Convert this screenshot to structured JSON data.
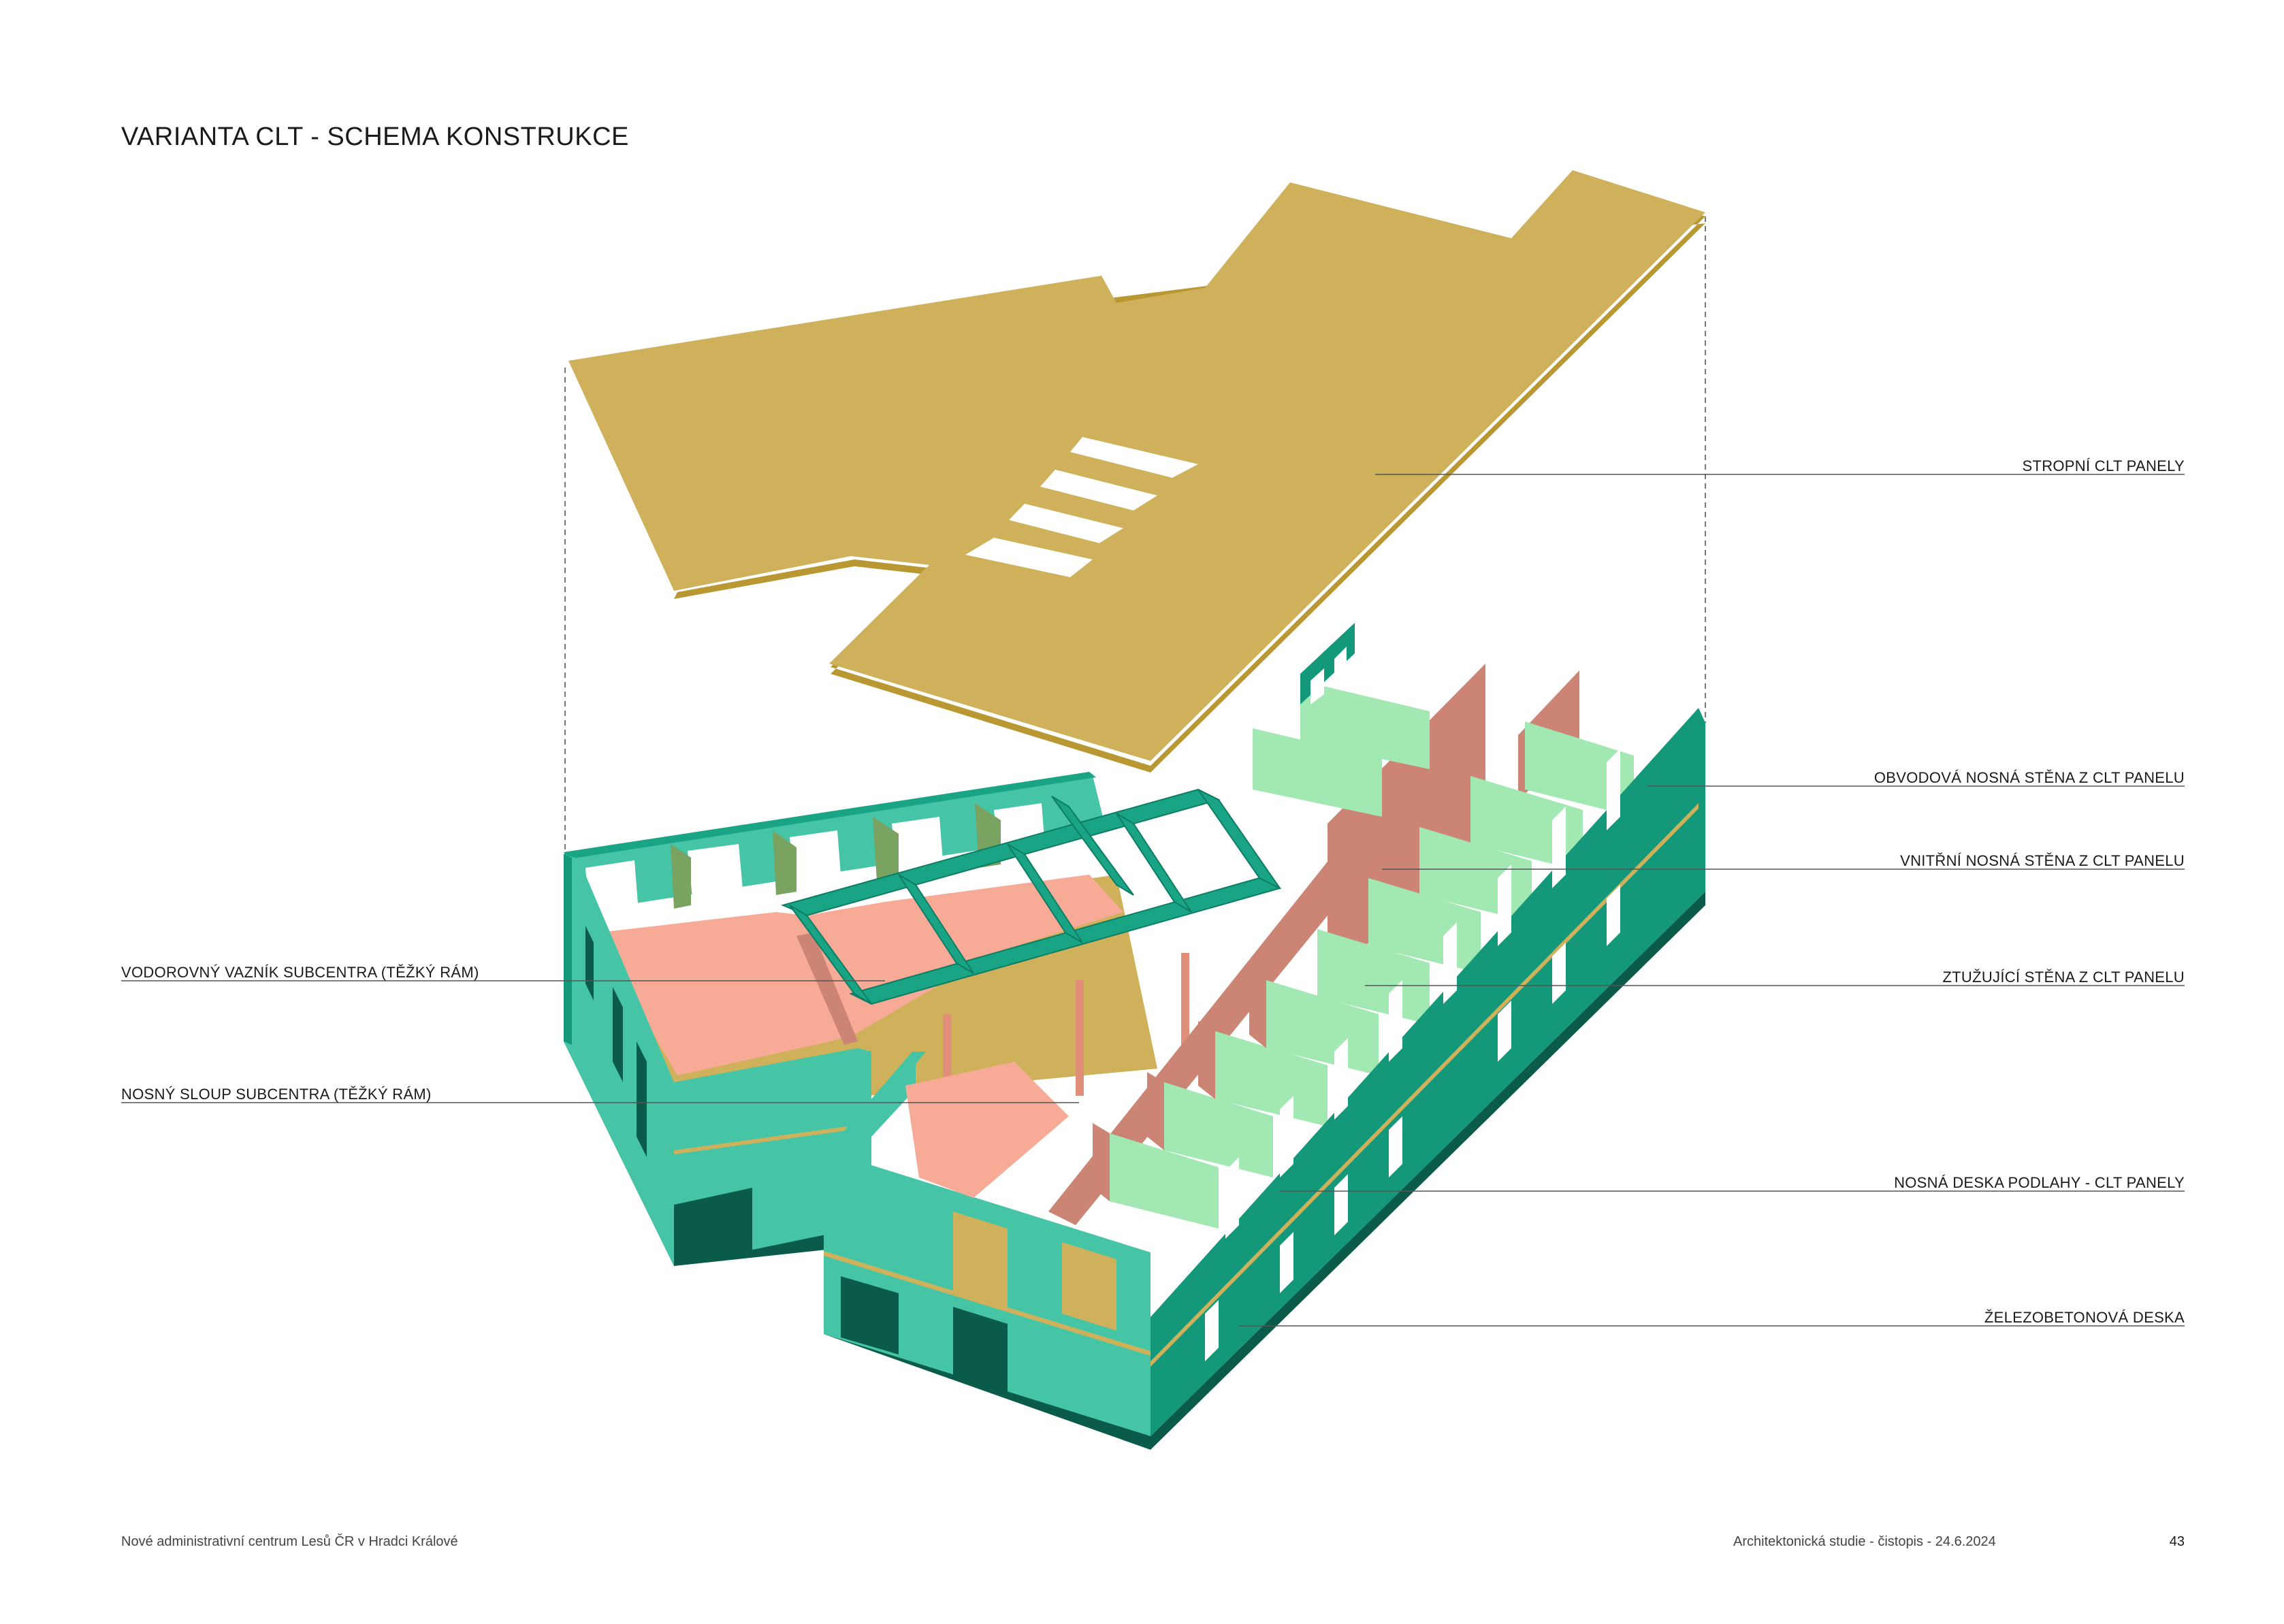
{
  "title": "VARIANTA CLT - SCHEMA KONSTRUKCE",
  "labels": {
    "roof": "STROPNÍ CLT PANELY",
    "outer_wall": "OBVODOVÁ NOSNÁ STĚNA Z CLT PANELU",
    "inner_wall": "VNITŘNÍ NOSNÁ STĚNA Z CLT PANELU",
    "bracing_wall": "ZTUŽUJÍCÍ STĚNA Z CLT PANELU",
    "floor_slab": "NOSNÁ DESKA PODLAHY - CLT PANELY",
    "concrete_slab": "ŽELEZOBETONOVÁ DESKA",
    "truss": "VODOROVNÝ VAZNÍK SUBCENTRA (TĚŽKÝ RÁM)",
    "column": "NOSNÝ SLOUP SUBCENTRA (TĚŽKÝ RÁM)"
  },
  "footer": {
    "project": "Nové administrativní centrum Lesů ČR v Hradci Králové",
    "stage": "Architektonická studie - čistopis - 24.6.2024",
    "page": "43"
  },
  "colors": {
    "clt_roof": "#cfb15b",
    "outer_wall": "#13997a",
    "outer_wall_light": "#45c4a6",
    "inner_wall": "#cc8474",
    "bracing_wall": "#a2e8b2",
    "subcentre_floor": "#f7aa96",
    "concrete": "#0a5b49",
    "leader_line": "#555555"
  }
}
